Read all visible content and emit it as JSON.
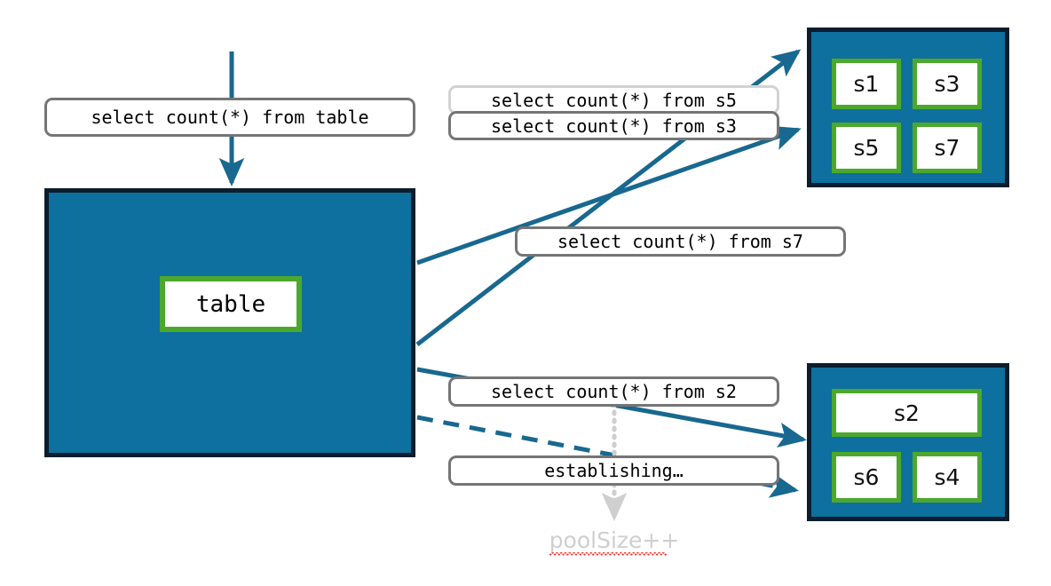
{
  "diagram": {
    "title": "connection-pool-query-routing",
    "colors": {
      "teal": "#0E709E",
      "dark_navy": "#0B1E2D",
      "green": "#4CA82C",
      "chip_border": "#757575",
      "chip_border_faded": "#D2D2D2",
      "arrow": "#18688F",
      "dotted": "#CFCFCF",
      "squiggle_red": "#EF4136"
    }
  },
  "database": {
    "node_label": "table"
  },
  "pools": {
    "top": {
      "name": "server-pool-top",
      "servers": [
        {
          "id": "s1",
          "label": "s1"
        },
        {
          "id": "s3",
          "label": "s3"
        },
        {
          "id": "s5",
          "label": "s5"
        },
        {
          "id": "s7",
          "label": "s7"
        }
      ]
    },
    "bottom": {
      "name": "server-pool-bottom",
      "servers": [
        {
          "id": "s2",
          "label": "s2"
        },
        {
          "id": "s6",
          "label": "s6"
        },
        {
          "id": "s4",
          "label": "s4"
        }
      ]
    }
  },
  "queries": [
    {
      "id": "table",
      "label": "select count(*) from table",
      "state": "active"
    },
    {
      "id": "s5",
      "label": "select count(*) from s5",
      "state": "faded"
    },
    {
      "id": "s3",
      "label": "select count(*) from s3",
      "state": "active"
    },
    {
      "id": "s7",
      "label": "select count(*) from s7",
      "state": "active"
    },
    {
      "id": "s2",
      "label": "select count(*) from s2",
      "state": "active"
    },
    {
      "id": "establishing",
      "label": "establishing…",
      "state": "active"
    }
  ],
  "annotation": {
    "pool_size_label": "poolSize++"
  }
}
